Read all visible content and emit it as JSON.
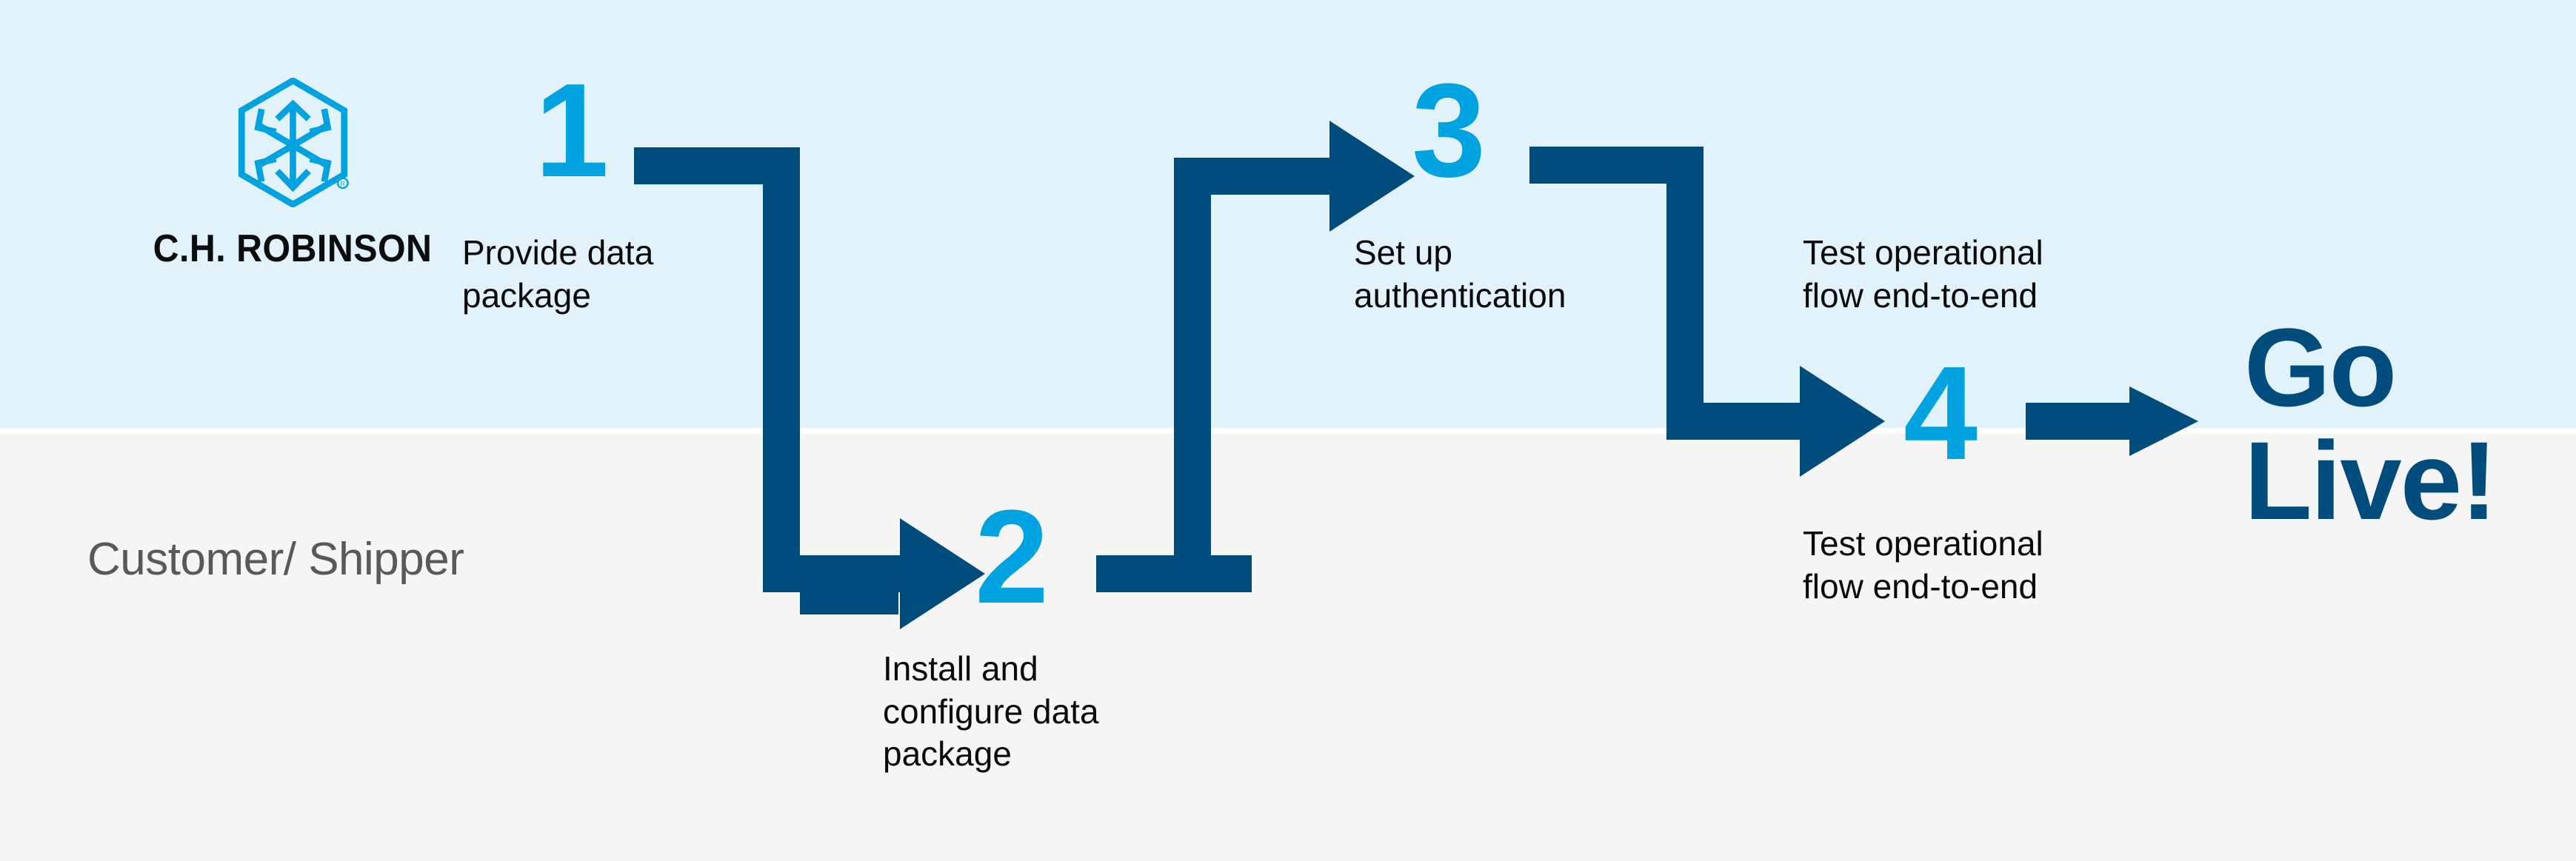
{
  "diagram": {
    "title": "Customer/Shipper onboarding flow",
    "colors": {
      "band_top": "#e1f2fb",
      "band_bottom": "#f5f5f5",
      "accent_light_blue": "#00a3e0",
      "accent_dark_blue": "#004c7c",
      "caption_text": "#0a0a0a",
      "lane_label_text": "#58595b"
    }
  },
  "brand": {
    "wordmark": "C.H. ROBINSON",
    "logo_icon": "chrobinson-hexagon-cube-logo",
    "registered_mark": "®"
  },
  "lane": {
    "label": "Customer/\nShipper"
  },
  "steps": [
    {
      "number": "1",
      "caption": "Provide data\npackage"
    },
    {
      "number": "2",
      "caption": "Install and\nconfigure data\npackage"
    },
    {
      "number": "3",
      "caption": "Set up\nauthentication"
    },
    {
      "number": "4",
      "caption_top": "Test operational\nflow end-to-end",
      "caption_bottom": "Test operational\nflow end-to-end"
    }
  ],
  "outcome": {
    "label": "Go\nLive!"
  },
  "connectors": [
    {
      "name": "connector-step1-to-step2",
      "from": "1",
      "to": "2",
      "shape": "right-down-right-arrow"
    },
    {
      "name": "connector-step2-to-step3",
      "from": "2",
      "to": "3",
      "shape": "right-up-right-arrow"
    },
    {
      "name": "connector-step3-to-step4",
      "from": "3",
      "to": "4",
      "shape": "right-down-right-arrow"
    },
    {
      "name": "connector-step4-to-golive",
      "from": "4",
      "to": "Go Live!",
      "shape": "right-arrow"
    }
  ]
}
